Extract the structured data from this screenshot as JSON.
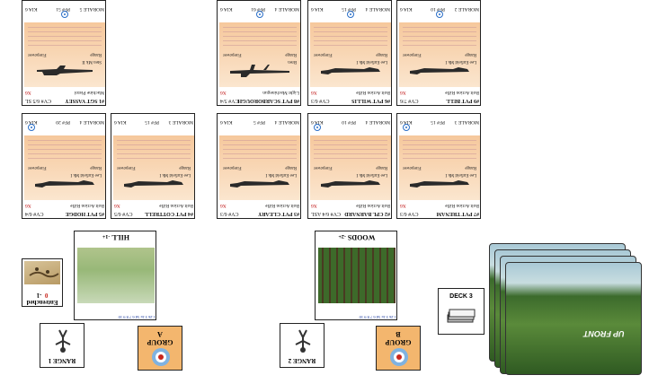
{
  "colors": {
    "accent_red": "#c8261d",
    "target_blue": "#7fb2e0",
    "group_orange": "#f3b66e",
    "peach": "#f6c89c",
    "card_blue_text": "#1a3aa0"
  },
  "soldiers_top": [
    {
      "name": "#1 SGT VASSEY",
      "cv": "CV# 6/5 SL",
      "weapon": "Machine Pistol",
      "sub": "Sten Mk II",
      "kia": "X6",
      "morale": "MORALE 5",
      "pf": "PF# 51",
      "kia_foot": "KIA 6"
    },
    {
      "name": "#8 PVT SCARBOROUGH",
      "cv": "CV# 5/4",
      "weapon": "Light Machinegun",
      "sub": "Bren",
      "kia": "X6",
      "morale": "MORALE 4",
      "pf": "PF# 61",
      "kia_foot": "KIA 6"
    },
    {
      "name": "#6 PVT WILLIS",
      "cv": "CV# 6/3",
      "weapon": "Bolt Action Rifle",
      "sub": "Lee Enfield Mk I",
      "kia": "X6",
      "morale": "MORALE 4",
      "pf": "PF# 15",
      "kia_foot": "KIA 6"
    },
    {
      "name": "#9 PVT BELL",
      "cv": "CV# 7/6",
      "weapon": "Bolt Action Rifle",
      "sub": "Lee Enfield Mk I",
      "kia": "X6",
      "morale": "MORALE 2",
      "pf": "PF# 10",
      "kia_foot": "KIA 6"
    }
  ],
  "soldiers_bottom": [
    {
      "name": "#5 PVT HODGE",
      "cv": "CV# 6/4",
      "weapon": "Bolt Action Rifle",
      "sub": "Lee Enfield Mk I",
      "kia": "X6",
      "morale": "MORALE 4",
      "pf": "PF# 20",
      "kia_foot": "KIA 6"
    },
    {
      "name": "#4 PVT COTTRELL",
      "cv": "CV# 6/5",
      "weapon": "Bolt Action Rifle",
      "sub": "Lee Enfield Mk I",
      "kia": "X6",
      "morale": "MORALE 3",
      "pf": "PF# 15",
      "kia_foot": "KIA 6"
    },
    {
      "name": "#3 PVT CLEARY",
      "cv": "CV# 6/3",
      "weapon": "Bolt Action Rifle",
      "sub": "Lee Enfield Mk I",
      "kia": "X6",
      "morale": "MORALE 4",
      "pf": "PF# 5",
      "kia_foot": "KIA 6"
    },
    {
      "name": "#2 CPL BARNARD",
      "cv": "CV# 6/4 ASL",
      "weapon": "Bolt Action Rifle",
      "sub": "Lee Enfield Mk I",
      "kia": "X6",
      "morale": "MORALE 4",
      "pf": "PF# 10",
      "kia_foot": "KIA 6"
    },
    {
      "name": "#7 PVT TRENAM",
      "cv": "CV# 6/3",
      "weapon": "Bolt Action Rifle",
      "sub": "Lee Enfield Mk I",
      "kia": "X6",
      "morale": "MORALE 3",
      "pf": "PF# 15",
      "kia_foot": "KIA 6"
    }
  ],
  "common": {
    "range_label": "Range",
    "firepower_label": "Firepower"
  },
  "group_a": {
    "group": "GROUP",
    "letter": "A"
  },
  "group_b": {
    "group": "GROUP",
    "letter": "B"
  },
  "terrain_hill": {
    "title": "HILL",
    "mod": "-1+",
    "row": "1 2b 3 4c 5d 6 7 8 9 10"
  },
  "terrain_woods": {
    "title": "WOODS",
    "mod": "-2+",
    "row": "1 2b 3 4c 5d 6 7 8 9 10"
  },
  "range_1": "RANGE 1",
  "range_2": "RANGE 2",
  "entrenched": {
    "label": "Entrenched",
    "v1": "0",
    "v2": "-1"
  },
  "deck": {
    "label": "DECK 3"
  },
  "upfront": {
    "logo": "UP FRONT"
  }
}
